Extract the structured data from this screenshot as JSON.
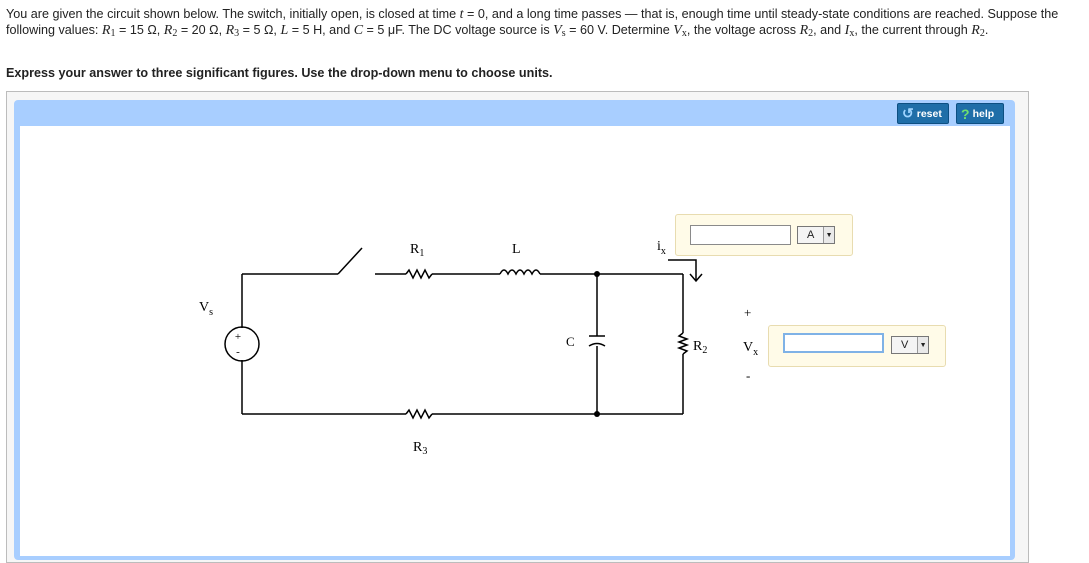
{
  "problem": {
    "p1": "You are given the circuit shown below. The switch, initially open, is closed at time",
    "t_sym": "t",
    "p2": "= 0, and a long time passes — that is, enough time until steady-state conditions are reached. Suppose the following values:",
    "r1_val": "= 15 Ω,",
    "r2_val": "= 20 Ω,",
    "r3_val": "= 5 Ω,",
    "l_val": "= 5 H, and",
    "c_val": "= 5 μF. The DC voltage source is",
    "vs_val": "= 60 V. Determine",
    "p_vx": ", the voltage across",
    "p_ix": ", and",
    "p_end": ", the current through",
    "period": "."
  },
  "instruction": "Express your answer to three significant figures. Use the drop-down menu to choose units.",
  "toolbar": {
    "reset_label": "reset",
    "help_label": "help"
  },
  "circuit_labels": {
    "vs": "V",
    "vs_sub": "s",
    "r1": "R",
    "r1_sub": "1",
    "l": "L",
    "ix": "i",
    "ix_sub": "x",
    "c": "C",
    "r2": "R",
    "r2_sub": "2",
    "vx": "V",
    "vx_sub": "x",
    "r3": "R",
    "r3_sub": "3",
    "plus": "+",
    "minus": "-"
  },
  "answers": {
    "ix": {
      "value": "",
      "unit": "A"
    },
    "vx": {
      "value": "",
      "unit": "V"
    }
  },
  "colors": {
    "panel": "#a8ceff",
    "button": "#1f6ea8",
    "answer_bg": "#fffbe8"
  }
}
